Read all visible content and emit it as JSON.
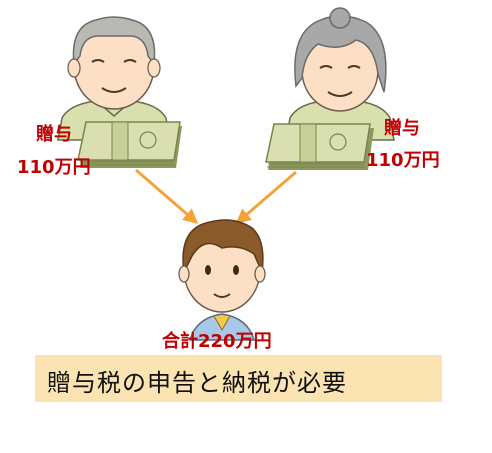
{
  "gift_left": {
    "line1": "贈与",
    "line2": "110万円"
  },
  "gift_right": {
    "line1": "贈与",
    "line2": "110万円"
  },
  "total_label": "合計220万円",
  "banner_text": "贈与税の申告と納税が必要",
  "colors": {
    "label_red": "#c00000",
    "arrow": "#f2a33a",
    "banner_bg": "#fce4b2",
    "money_green": "#d9dfb0",
    "skin": "#fcdfc4"
  },
  "icons": [
    "grandfather-icon",
    "grandmother-icon",
    "grandchild-icon",
    "money-bundle-icon",
    "arrow-icon"
  ]
}
